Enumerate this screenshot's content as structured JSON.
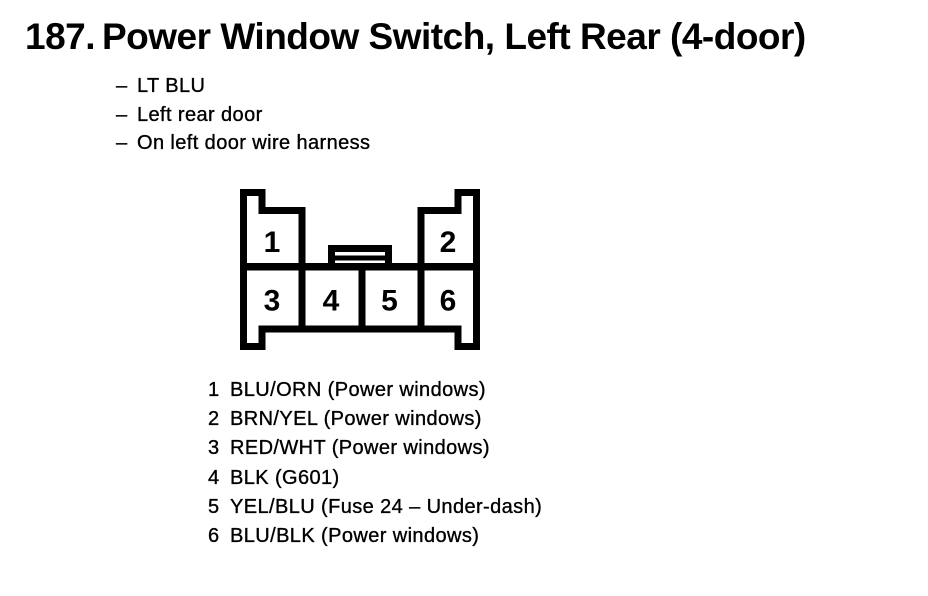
{
  "colors": {
    "ink": "#000000",
    "paper": "#ffffff"
  },
  "heading": {
    "number": "187.",
    "title": "Power Window Switch, Left Rear (4-door)"
  },
  "notes": {
    "bullet": "–",
    "items": [
      "LT BLU",
      "Left rear door",
      "On left door wire harness"
    ]
  },
  "connector": {
    "pins": [
      "1",
      "2",
      "3",
      "4",
      "5",
      "6"
    ]
  },
  "legend": {
    "rows": [
      {
        "pin": "1",
        "desc": "BLU/ORN (Power windows)"
      },
      {
        "pin": "2",
        "desc": "BRN/YEL (Power windows)"
      },
      {
        "pin": "3",
        "desc": "RED/WHT (Power windows)"
      },
      {
        "pin": "4",
        "desc": "BLK (G601)"
      },
      {
        "pin": "5",
        "desc": "YEL/BLU (Fuse 24 – Under-dash)"
      },
      {
        "pin": "6",
        "desc": "BLU/BLK (Power windows)"
      }
    ]
  }
}
